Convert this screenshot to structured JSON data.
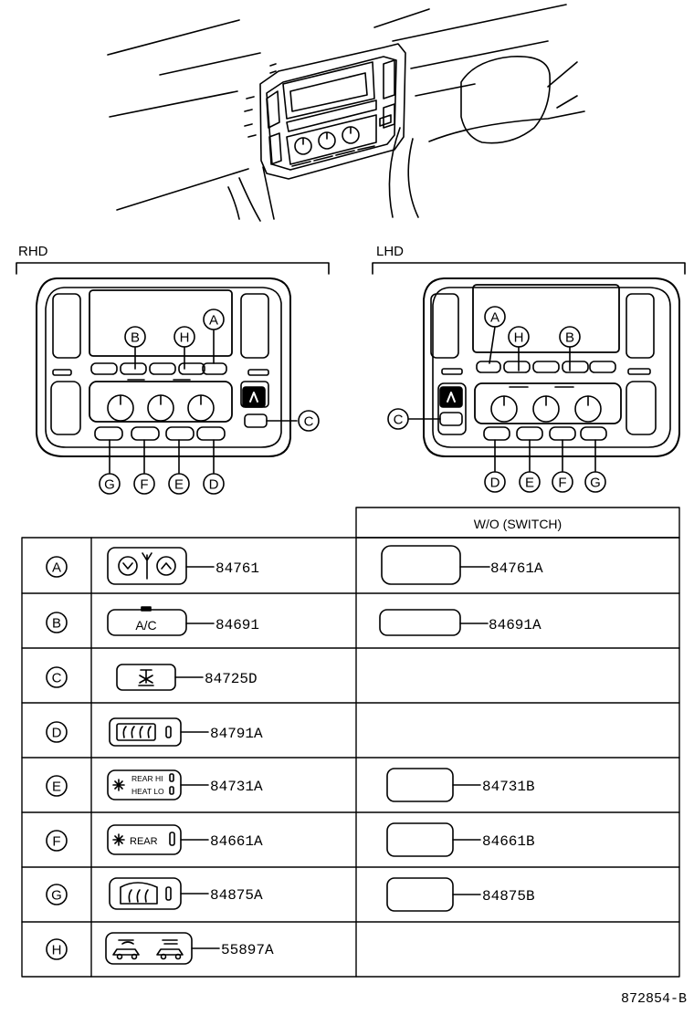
{
  "sections": {
    "rhd_label": "RHD",
    "lhd_label": "LHD"
  },
  "callouts": {
    "rhd": {
      "A": "A",
      "B": "B",
      "H": "H",
      "C": "C",
      "D": "D",
      "E": "E",
      "F": "F",
      "G": "G"
    },
    "lhd": {
      "A": "A",
      "H": "H",
      "B": "B",
      "C": "C",
      "D": "D",
      "E": "E",
      "F": "F",
      "G": "G"
    }
  },
  "table": {
    "header_wo_switch": "W/O (SWITCH)",
    "rows": [
      {
        "key": "A",
        "part": "84761",
        "alt_part": "84761A"
      },
      {
        "key": "B",
        "part": "84691",
        "alt_part": "84691A",
        "switch_text": "A/C"
      },
      {
        "key": "C",
        "part": "84725D",
        "alt_part": ""
      },
      {
        "key": "D",
        "part": "84791A",
        "alt_part": ""
      },
      {
        "key": "E",
        "part": "84731A",
        "alt_part": "84731B",
        "switch_text_1": "REAR HI",
        "switch_text_2": "HEAT LO"
      },
      {
        "key": "F",
        "part": "84661A",
        "alt_part": "84661B",
        "switch_text": "REAR"
      },
      {
        "key": "G",
        "part": "84875A",
        "alt_part": "84875B"
      },
      {
        "key": "H",
        "part": "55897A",
        "alt_part": ""
      }
    ]
  },
  "figure_id": "872854-B"
}
